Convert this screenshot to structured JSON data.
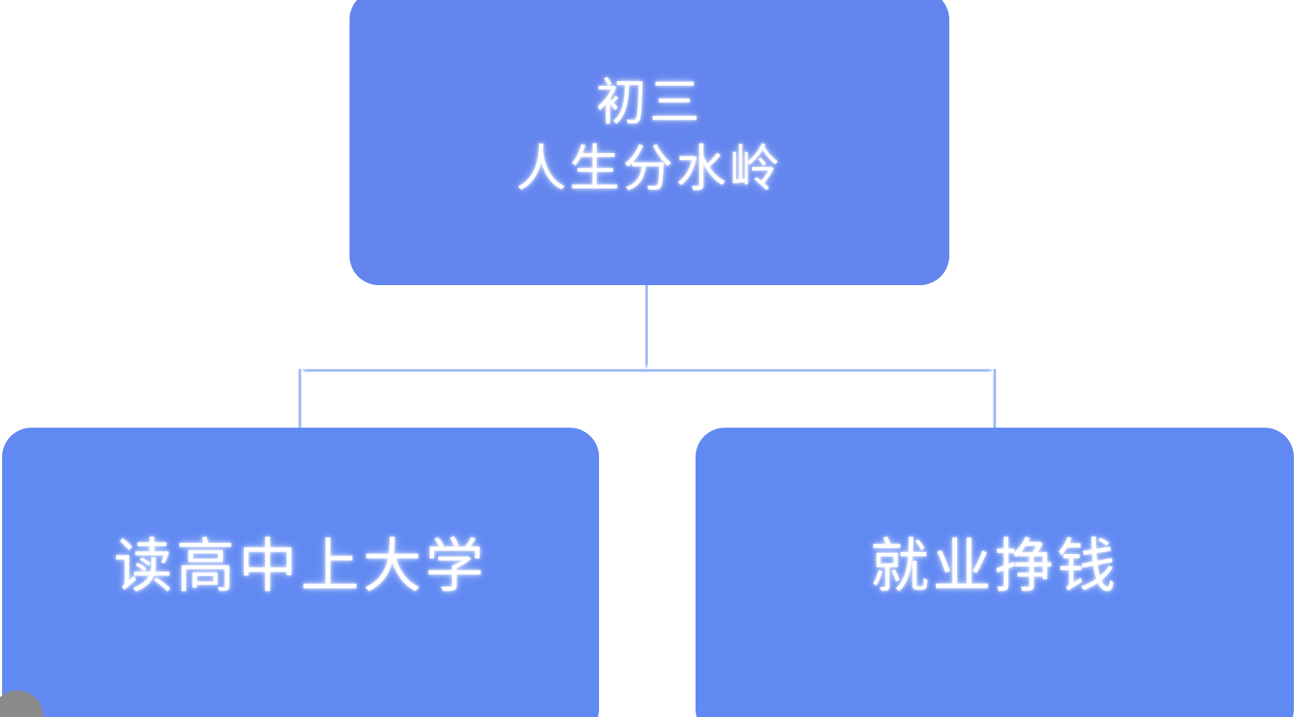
{
  "diagram": {
    "title": "初三 人生分水岭",
    "type": "hierarchy-flowchart",
    "background_color": "#ffffff",
    "node_fill_root": "#6485ee",
    "node_fill_children": "#6189f2",
    "node_text_color": "#ffffff",
    "connector_color": "#a4bdf6",
    "root": {
      "id": "root",
      "line1": "初三",
      "line2": "人生分水岭",
      "label": "初三\n人生分水岭"
    },
    "children": [
      {
        "id": "left",
        "label": "读高中上大学"
      },
      {
        "id": "right",
        "label": "就业挣钱"
      }
    ]
  },
  "artifact": {
    "player_button": "circle-artifact"
  }
}
